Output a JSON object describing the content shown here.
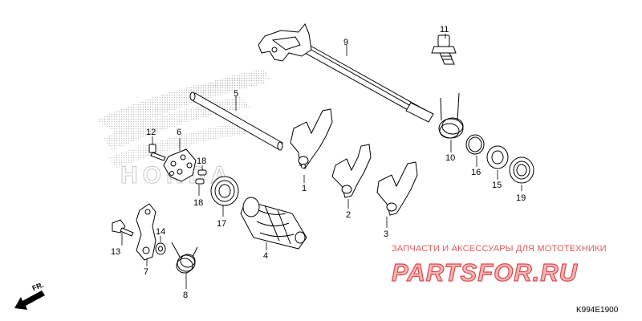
{
  "callouts": [
    {
      "id": "1",
      "label": "1"
    },
    {
      "id": "2",
      "label": "2"
    },
    {
      "id": "3",
      "label": "3"
    },
    {
      "id": "4",
      "label": "4"
    },
    {
      "id": "5",
      "label": "5"
    },
    {
      "id": "6",
      "label": "6"
    },
    {
      "id": "7",
      "label": "7"
    },
    {
      "id": "8",
      "label": "8"
    },
    {
      "id": "9",
      "label": "9"
    },
    {
      "id": "10",
      "label": "10"
    },
    {
      "id": "11",
      "label": "11"
    },
    {
      "id": "12",
      "label": "12"
    },
    {
      "id": "13",
      "label": "13"
    },
    {
      "id": "14",
      "label": "14"
    },
    {
      "id": "15",
      "label": "15"
    },
    {
      "id": "16",
      "label": "16"
    },
    {
      "id": "17",
      "label": "17"
    },
    {
      "id": "18a",
      "label": "18"
    },
    {
      "id": "18b",
      "label": "18"
    },
    {
      "id": "19",
      "label": "19"
    }
  ],
  "direction_label": "FR.",
  "diagram_code": "K994E1900",
  "watermark": {
    "caption": "ЗАПЧАСТИ И АКСЕССУАРЫ ДЛЯ МОТОТЕХНИКИ",
    "logo": "PARTSFOR.RU"
  },
  "colors": {
    "ink": "#000000",
    "watermark_red": "#e04848",
    "honda_dots": "#b8b8b8"
  }
}
